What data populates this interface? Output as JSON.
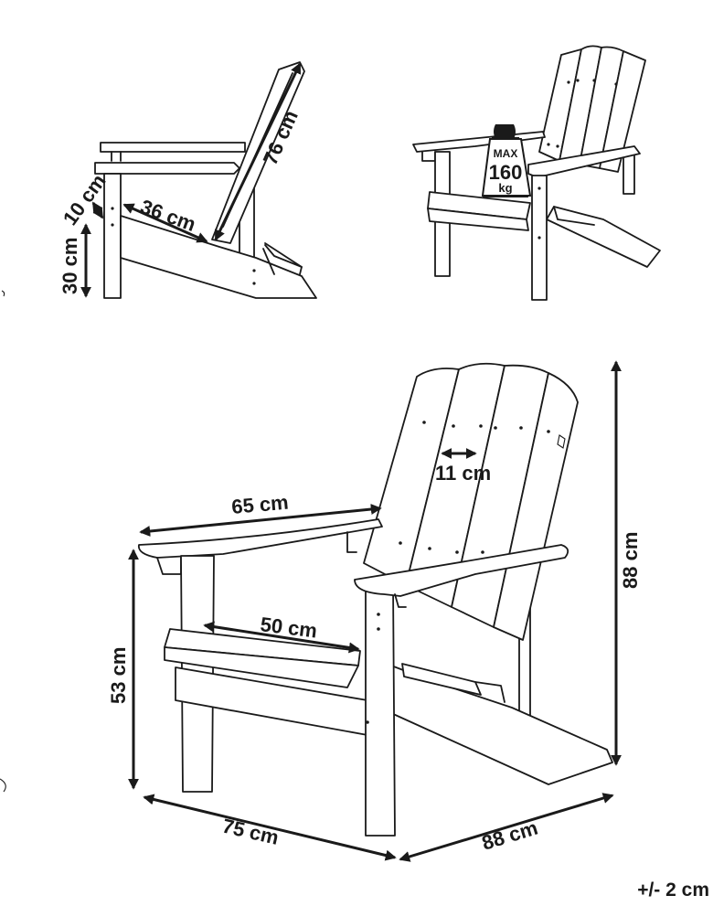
{
  "small_side_view": {
    "labels": {
      "backrest_length": "76 cm",
      "seat_depth": "36 cm",
      "armrest_height_above_seat": "10 cm",
      "seat_height": "30 cm"
    }
  },
  "weight_badge": {
    "max": "MAX",
    "value": "160",
    "unit": "kg"
  },
  "main_view": {
    "labels": {
      "slat_width": "11 cm",
      "armrest_length": "65 cm",
      "seat_width": "50 cm",
      "armrest_height": "53 cm",
      "total_height": "88 cm",
      "width": "75 cm",
      "depth": "88 cm"
    }
  },
  "tolerance": "+/- 2 cm",
  "colors": {
    "line": "#1a1a1a",
    "background": "#ffffff"
  }
}
